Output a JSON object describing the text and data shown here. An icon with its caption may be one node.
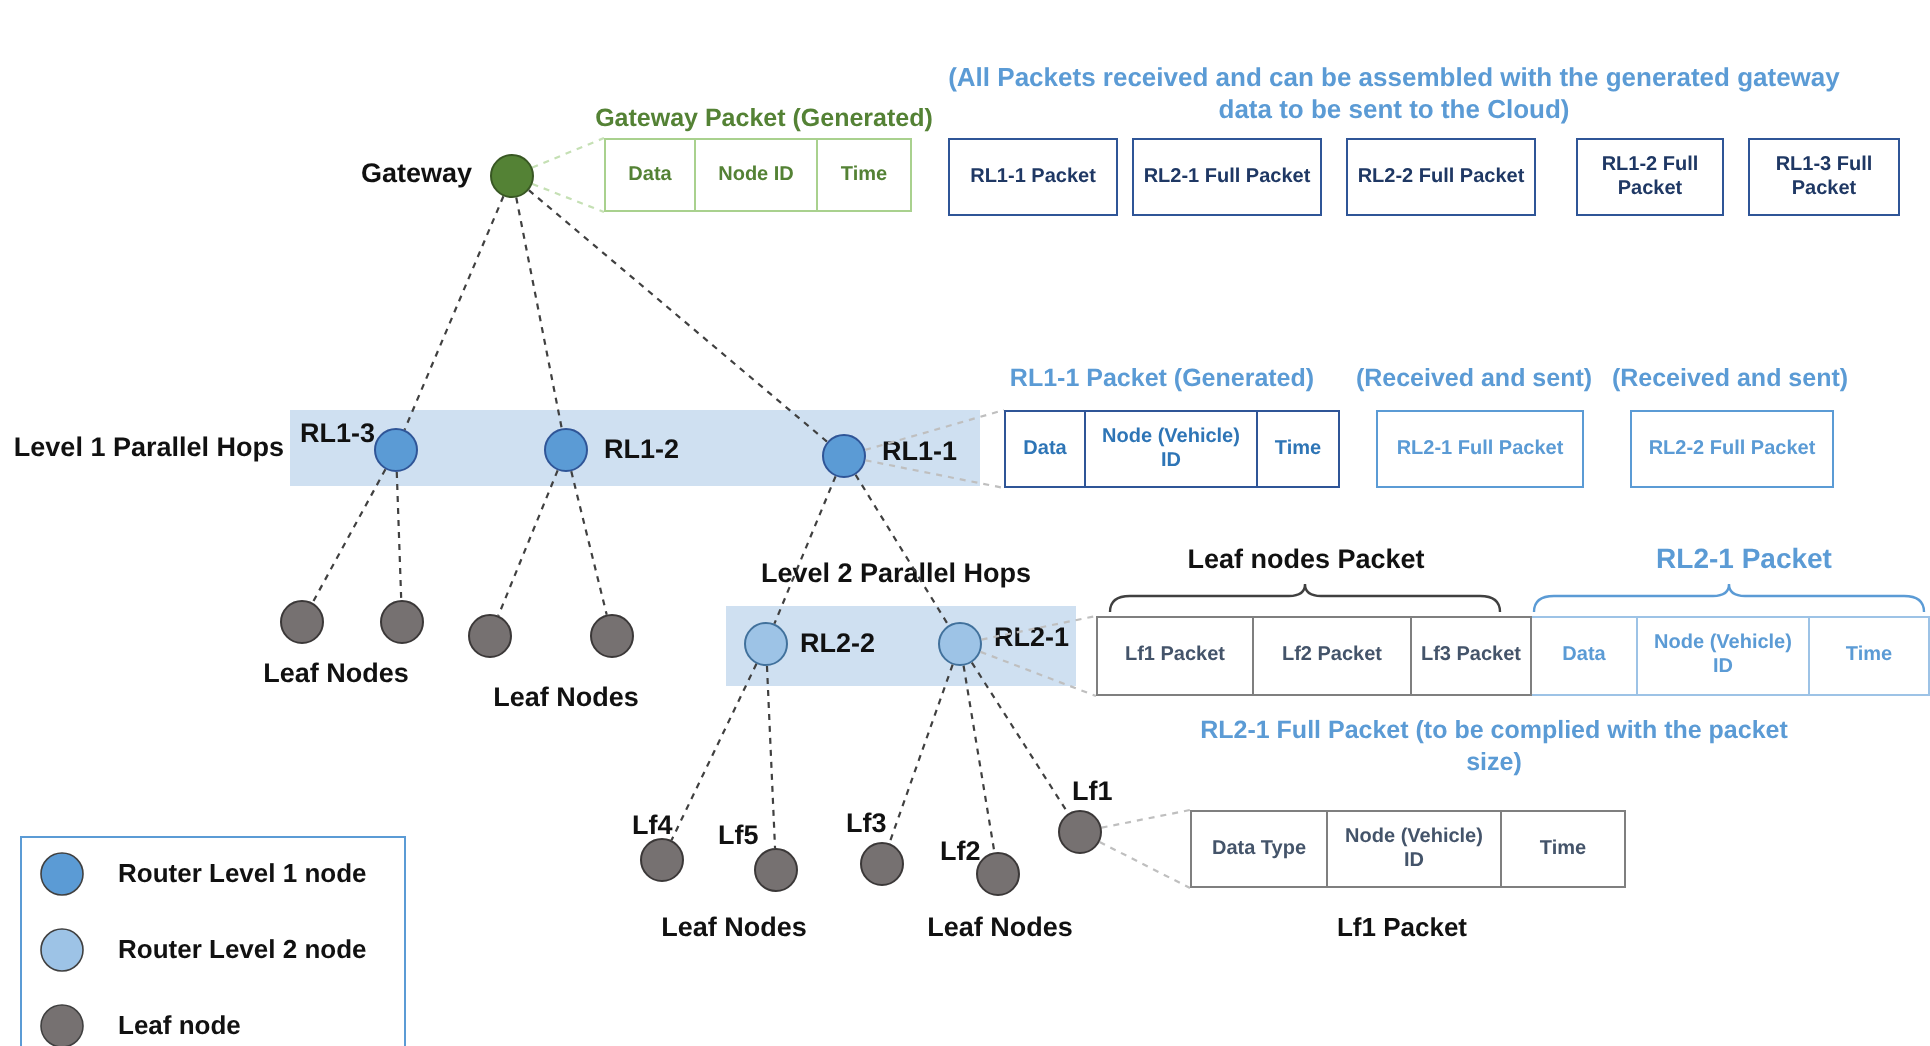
{
  "diagram": {
    "nodes": [
      {
        "text": [
          "Gateway"
        ]
      },
      {
        "text": [
          "Gateway Packet (Generated)"
        ]
      },
      {
        "text": [
          "Data"
        ],
        "in": 1
      },
      {
        "text": [
          "Node ID"
        ],
        "in": 1
      },
      {
        "text": [
          "Time"
        ],
        "in": 1
      },
      {
        "text": [
          "RL1-1 Packet"
        ]
      },
      {
        "text": [
          "RL2-1 Full Packet"
        ]
      },
      {
        "text": [
          "RL2-2 Full Packet"
        ]
      },
      {
        "text": [
          "RL1-2 Full Packet"
        ]
      },
      {
        "text": [
          "RL1-3 Full Packet"
        ]
      },
      {
        "text": [
          "Level 1 Parallel Hops"
        ]
      },
      {
        "text": [
          "RL1-3"
        ],
        "in": 10
      },
      {
        "text": [
          "RL1-2"
        ],
        "in": 10
      },
      {
        "text": [
          "RL1-1"
        ],
        "in": 10
      },
      {
        "text": [
          "RL1-1 Packet (Generated)"
        ]
      },
      {
        "text": [
          "Data"
        ],
        "in": 14
      },
      {
        "text": [
          "Node (Vehicle) ID"
        ],
        "in": 14
      },
      {
        "text": [
          "Time"
        ],
        "in": 14
      },
      {
        "text": [
          "(Received and sent)",
          "RL2-1 Full Packet"
        ]
      },
      {
        "text": [
          "(Received and sent)",
          "RL2-2 Full Packet"
        ]
      },
      {
        "text": [],
        "shape": "circle"
      },
      {
        "text": [],
        "shape": "circle"
      },
      {
        "text": [],
        "shape": "circle"
      },
      {
        "text": [],
        "shape": "circle"
      },
      {
        "text": [
          "Level 2 Parallel Hops"
        ]
      },
      {
        "text": [
          "RL2-2"
        ],
        "in": 24
      },
      {
        "text": [
          "RL2-1"
        ],
        "in": 24
      },
      {
        "text": [
          "RL2-1 Full Packet (to be complied with the packet size)"
        ]
      },
      {
        "text": [
          "Lf1 Packet"
        ],
        "in": 27
      },
      {
        "text": [
          "Lf2 Packet"
        ],
        "in": 27
      },
      {
        "text": [
          "Lf3 Packet"
        ],
        "in": 27
      },
      {
        "text": [
          "Data"
        ],
        "in": 27
      },
      {
        "text": [
          "Node (Vehicle) ID"
        ],
        "in": 27
      },
      {
        "text": [
          "Time"
        ],
        "in": 27
      },
      {
        "text": [
          "Lf4"
        ]
      },
      {
        "text": [
          "Lf5"
        ]
      },
      {
        "text": [
          "Lf3"
        ]
      },
      {
        "text": [
          "Lf2"
        ]
      },
      {
        "text": [
          "Lf1"
        ]
      },
      {
        "text": [
          "Lf1 Packet"
        ]
      },
      {
        "text": [
          "Data Type"
        ],
        "in": 39
      },
      {
        "text": [
          "Node (Vehicle) ID"
        ],
        "in": 39
      },
      {
        "text": [
          "Time"
        ],
        "in": 39
      }
    ],
    "edges": [
      {
        "from": 0,
        "to": 11,
        "arrow": "none",
        "style": "dashed"
      },
      {
        "from": 0,
        "to": 12,
        "arrow": "none",
        "style": "dashed"
      },
      {
        "from": 0,
        "to": 13,
        "arrow": "none",
        "style": "dashed"
      },
      {
        "from": 0,
        "to": 1,
        "arrow": "none",
        "style": "dashed",
        "color": "#c5e0b4"
      },
      {
        "from": 0,
        "to": 1,
        "arrow": "none",
        "style": "dashed",
        "color": "#c5e0b4"
      },
      {
        "from": 11,
        "to": 20,
        "arrow": "none",
        "style": "dashed"
      },
      {
        "from": 11,
        "to": 21,
        "arrow": "none",
        "style": "dashed"
      },
      {
        "from": 12,
        "to": 22,
        "arrow": "none",
        "style": "dashed"
      },
      {
        "from": 12,
        "to": 23,
        "arrow": "none",
        "style": "dashed"
      },
      {
        "from": 13,
        "to": 14,
        "arrow": "none",
        "style": "dashed",
        "color": "#bfbfbf"
      },
      {
        "from": 13,
        "to": 14,
        "arrow": "none",
        "style": "dashed",
        "color": "#bfbfbf"
      },
      {
        "from": 13,
        "to": 25,
        "arrow": "none",
        "style": "dashed"
      },
      {
        "from": 13,
        "to": 26,
        "arrow": "none",
        "style": "dashed"
      },
      {
        "from": 26,
        "to": 27,
        "arrow": "none",
        "style": "dashed",
        "color": "#bfbfbf"
      },
      {
        "from": 26,
        "to": 27,
        "arrow": "none",
        "style": "dashed",
        "color": "#bfbfbf"
      },
      {
        "from": 25,
        "to": 34,
        "arrow": "none",
        "style": "dashed"
      },
      {
        "from": 25,
        "to": 35,
        "arrow": "none",
        "style": "dashed"
      },
      {
        "from": 26,
        "to": 36,
        "arrow": "none",
        "style": "dashed"
      },
      {
        "from": 26,
        "to": 37,
        "arrow": "none",
        "style": "dashed"
      },
      {
        "from": 26,
        "to": 38,
        "arrow": "none",
        "style": "dashed"
      },
      {
        "from": 38,
        "to": 39,
        "arrow": "none",
        "style": "dashed",
        "color": "#bfbfbf"
      },
      {
        "from": 38,
        "to": 39,
        "arrow": "none",
        "style": "dashed",
        "color": "#bfbfbf"
      }
    ],
    "labels": [
      "(All Packets received and can be assembled with the generated gateway data to be sent to the Cloud)",
      "Leaf nodes Packet",
      "RL2-1 Packet",
      "Leaf Nodes",
      "Leaf Nodes",
      "Leaf Nodes",
      "Leaf Nodes"
    ],
    "legend": [
      {
        "text": "Router Level 1 node",
        "color": "#5b9bd5"
      },
      {
        "text": "Router Level 2 node",
        "color": "#9dc3e6"
      },
      {
        "text": "Leaf node",
        "color": "#767171"
      }
    ]
  }
}
